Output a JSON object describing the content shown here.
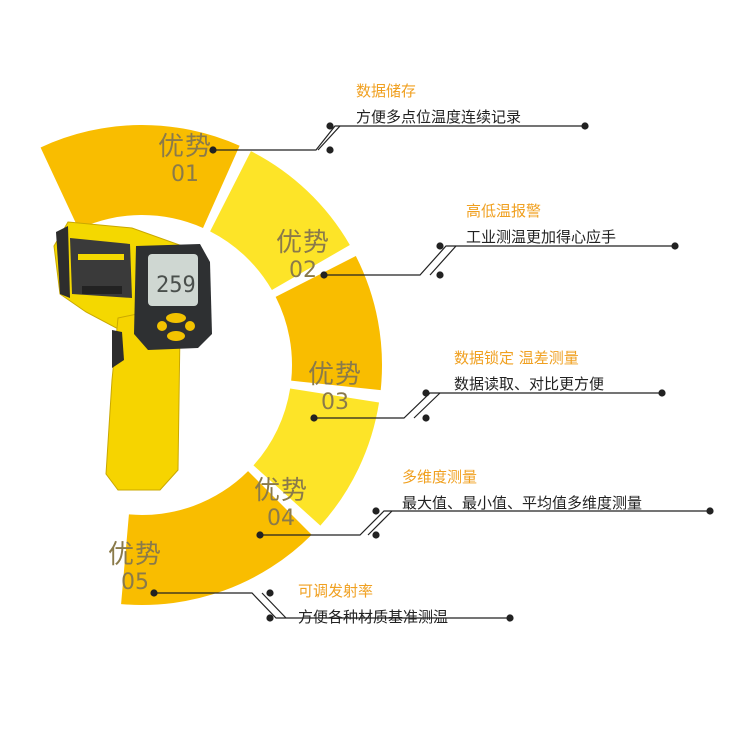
{
  "colors": {
    "ring_primary": "#f9bd00",
    "ring_secondary": "#fde428",
    "title_orange": "#f0a020",
    "text_dark": "#222222",
    "segment_text": "#8a7a4a"
  },
  "segments": [
    {
      "word": "优势",
      "num": "01"
    },
    {
      "word": "优势",
      "num": "02"
    },
    {
      "word": "优势",
      "num": "03"
    },
    {
      "word": "优势",
      "num": "04"
    },
    {
      "word": "优势",
      "num": "05"
    }
  ],
  "features": [
    {
      "title": "数据储存",
      "desc": "方便多点位温度连续记录"
    },
    {
      "title": "高低温报警",
      "desc": "工业测温更加得心应手"
    },
    {
      "title": "数据锁定 温差测量",
      "desc": "数据读取、对比更方便"
    },
    {
      "title": "多维度测量",
      "desc": "最大值、最小值、平均值多维度测量"
    },
    {
      "title": "可调发射率",
      "desc": "方便各种材质基准测温"
    }
  ],
  "device": {
    "display_reading": "259"
  }
}
